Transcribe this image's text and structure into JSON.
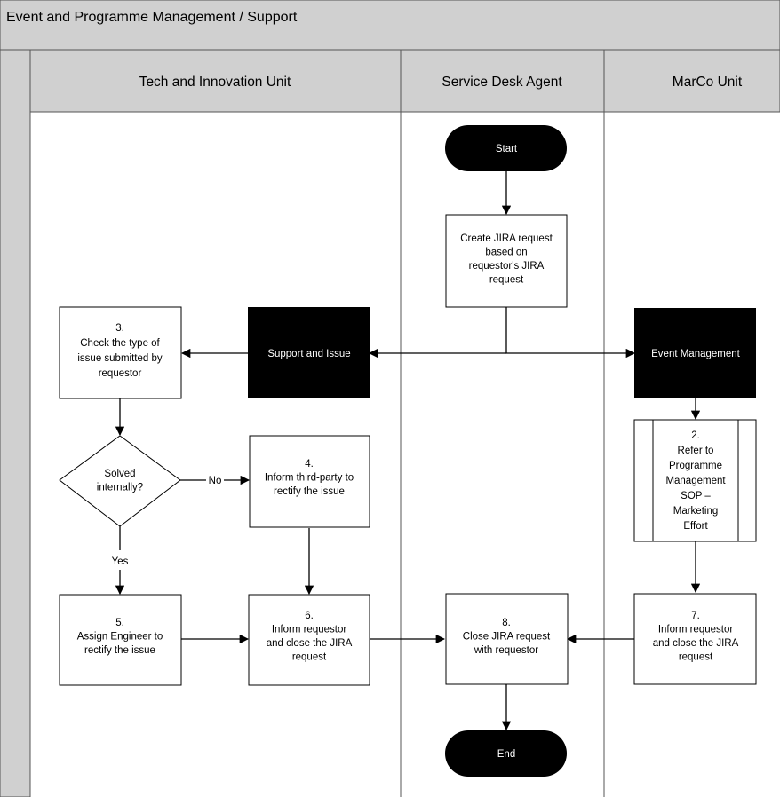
{
  "pool": {
    "title": "Event and Programme Management / Support"
  },
  "lanes": [
    {
      "id": "tech",
      "label": "Tech and Innovation Unit"
    },
    {
      "id": "desk",
      "label": "Service Desk Agent"
    },
    {
      "id": "marco",
      "label": "MarCo Unit"
    }
  ],
  "nodes": {
    "start": {
      "lines": [
        "Start"
      ]
    },
    "create_jira": {
      "lines": [
        "Create JIRA request",
        "based on",
        "requestor's JIRA",
        "request"
      ]
    },
    "support_issue": {
      "lines": [
        "Support and Issue"
      ]
    },
    "event_mgmt": {
      "lines": [
        "Event Management"
      ]
    },
    "check_type": {
      "lines": [
        "3.",
        "Check the type of",
        "issue submitted by",
        "requestor"
      ]
    },
    "solved_internally": {
      "lines": [
        "Solved",
        "internally?"
      ]
    },
    "inform_third_party": {
      "lines": [
        "4.",
        "Inform third-party to",
        "rectify the issue"
      ]
    },
    "refer_sop": {
      "lines": [
        "2.",
        "Refer to",
        "Programme",
        "Management",
        "SOP –",
        "Marketing",
        "Effort"
      ]
    },
    "assign_engineer": {
      "lines": [
        "5.",
        "Assign Engineer to",
        "rectify the issue"
      ]
    },
    "inform_close_6": {
      "lines": [
        "6.",
        "Inform requestor",
        "and close the JIRA",
        "request"
      ]
    },
    "close_jira_8": {
      "lines": [
        "8.",
        "Close JIRA request",
        "with requestor"
      ]
    },
    "inform_close_7": {
      "lines": [
        "7.",
        "Inform requestor",
        "and close the JIRA",
        "request"
      ]
    },
    "end": {
      "lines": [
        "End"
      ]
    }
  },
  "edge_labels": {
    "no": "No",
    "yes": "Yes"
  }
}
